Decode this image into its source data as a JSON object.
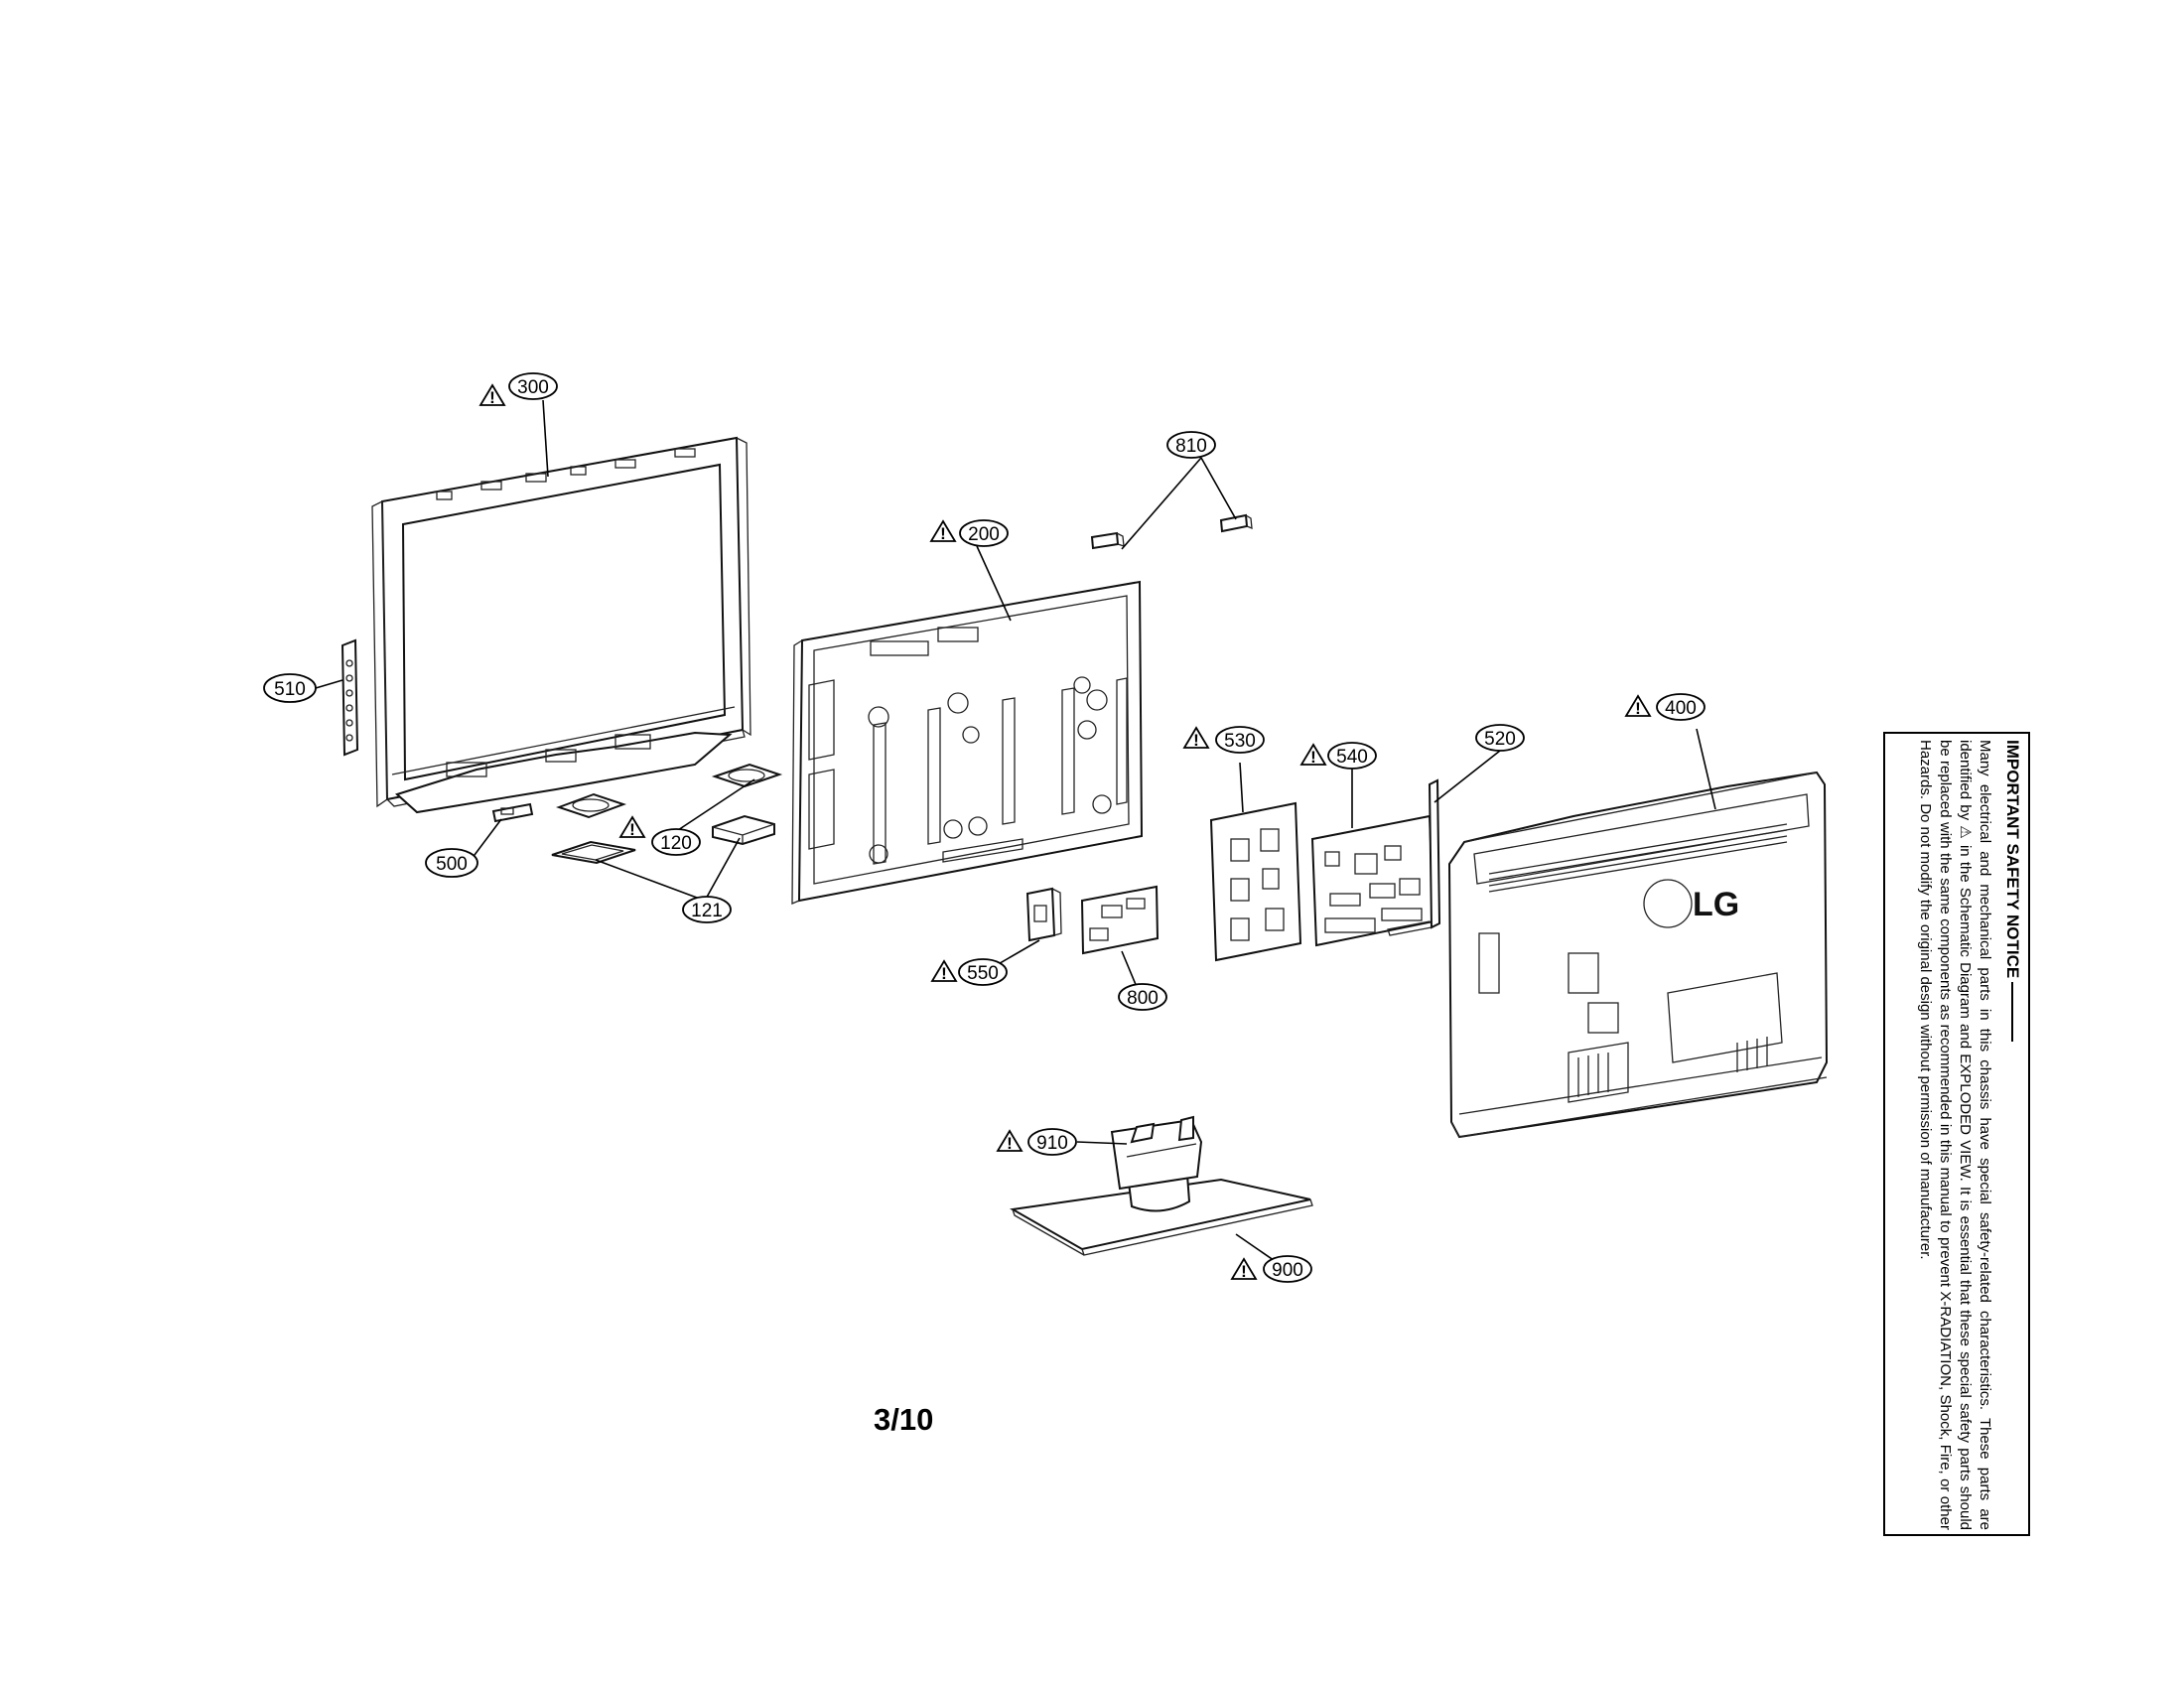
{
  "page_number": "3/10",
  "safety_notice": {
    "title": "IMPORTANT SAFETY NOTICE",
    "text": "Many electrical and mechanical parts in this chassis have special safety-related characteristics. These parts are identified by ⚠ in the Schematic Diagram and EXPLODED VIEW. It is essential that these special safety parts should be replaced with the same components as recommended in this manual to prevent X-RADIATION, Shock, Fire, or other Hazards. Do not modify the original design without permission of manufacturer."
  },
  "brand_logo": "LG",
  "warning_symbol": "!",
  "callouts": [
    {
      "id": "300",
      "label": "300",
      "safety": true
    },
    {
      "id": "810",
      "label": "810",
      "safety": false
    },
    {
      "id": "200",
      "label": "200",
      "safety": true
    },
    {
      "id": "510",
      "label": "510",
      "safety": false
    },
    {
      "id": "530",
      "label": "530",
      "safety": true
    },
    {
      "id": "540",
      "label": "540",
      "safety": true
    },
    {
      "id": "520",
      "label": "520",
      "safety": false
    },
    {
      "id": "400",
      "label": "400",
      "safety": true
    },
    {
      "id": "500",
      "label": "500",
      "safety": false
    },
    {
      "id": "120",
      "label": "120",
      "safety": true
    },
    {
      "id": "121",
      "label": "121",
      "safety": false
    },
    {
      "id": "550",
      "label": "550",
      "safety": true
    },
    {
      "id": "800",
      "label": "800",
      "safety": false
    },
    {
      "id": "910",
      "label": "910",
      "safety": true
    },
    {
      "id": "900",
      "label": "900",
      "safety": true
    }
  ]
}
